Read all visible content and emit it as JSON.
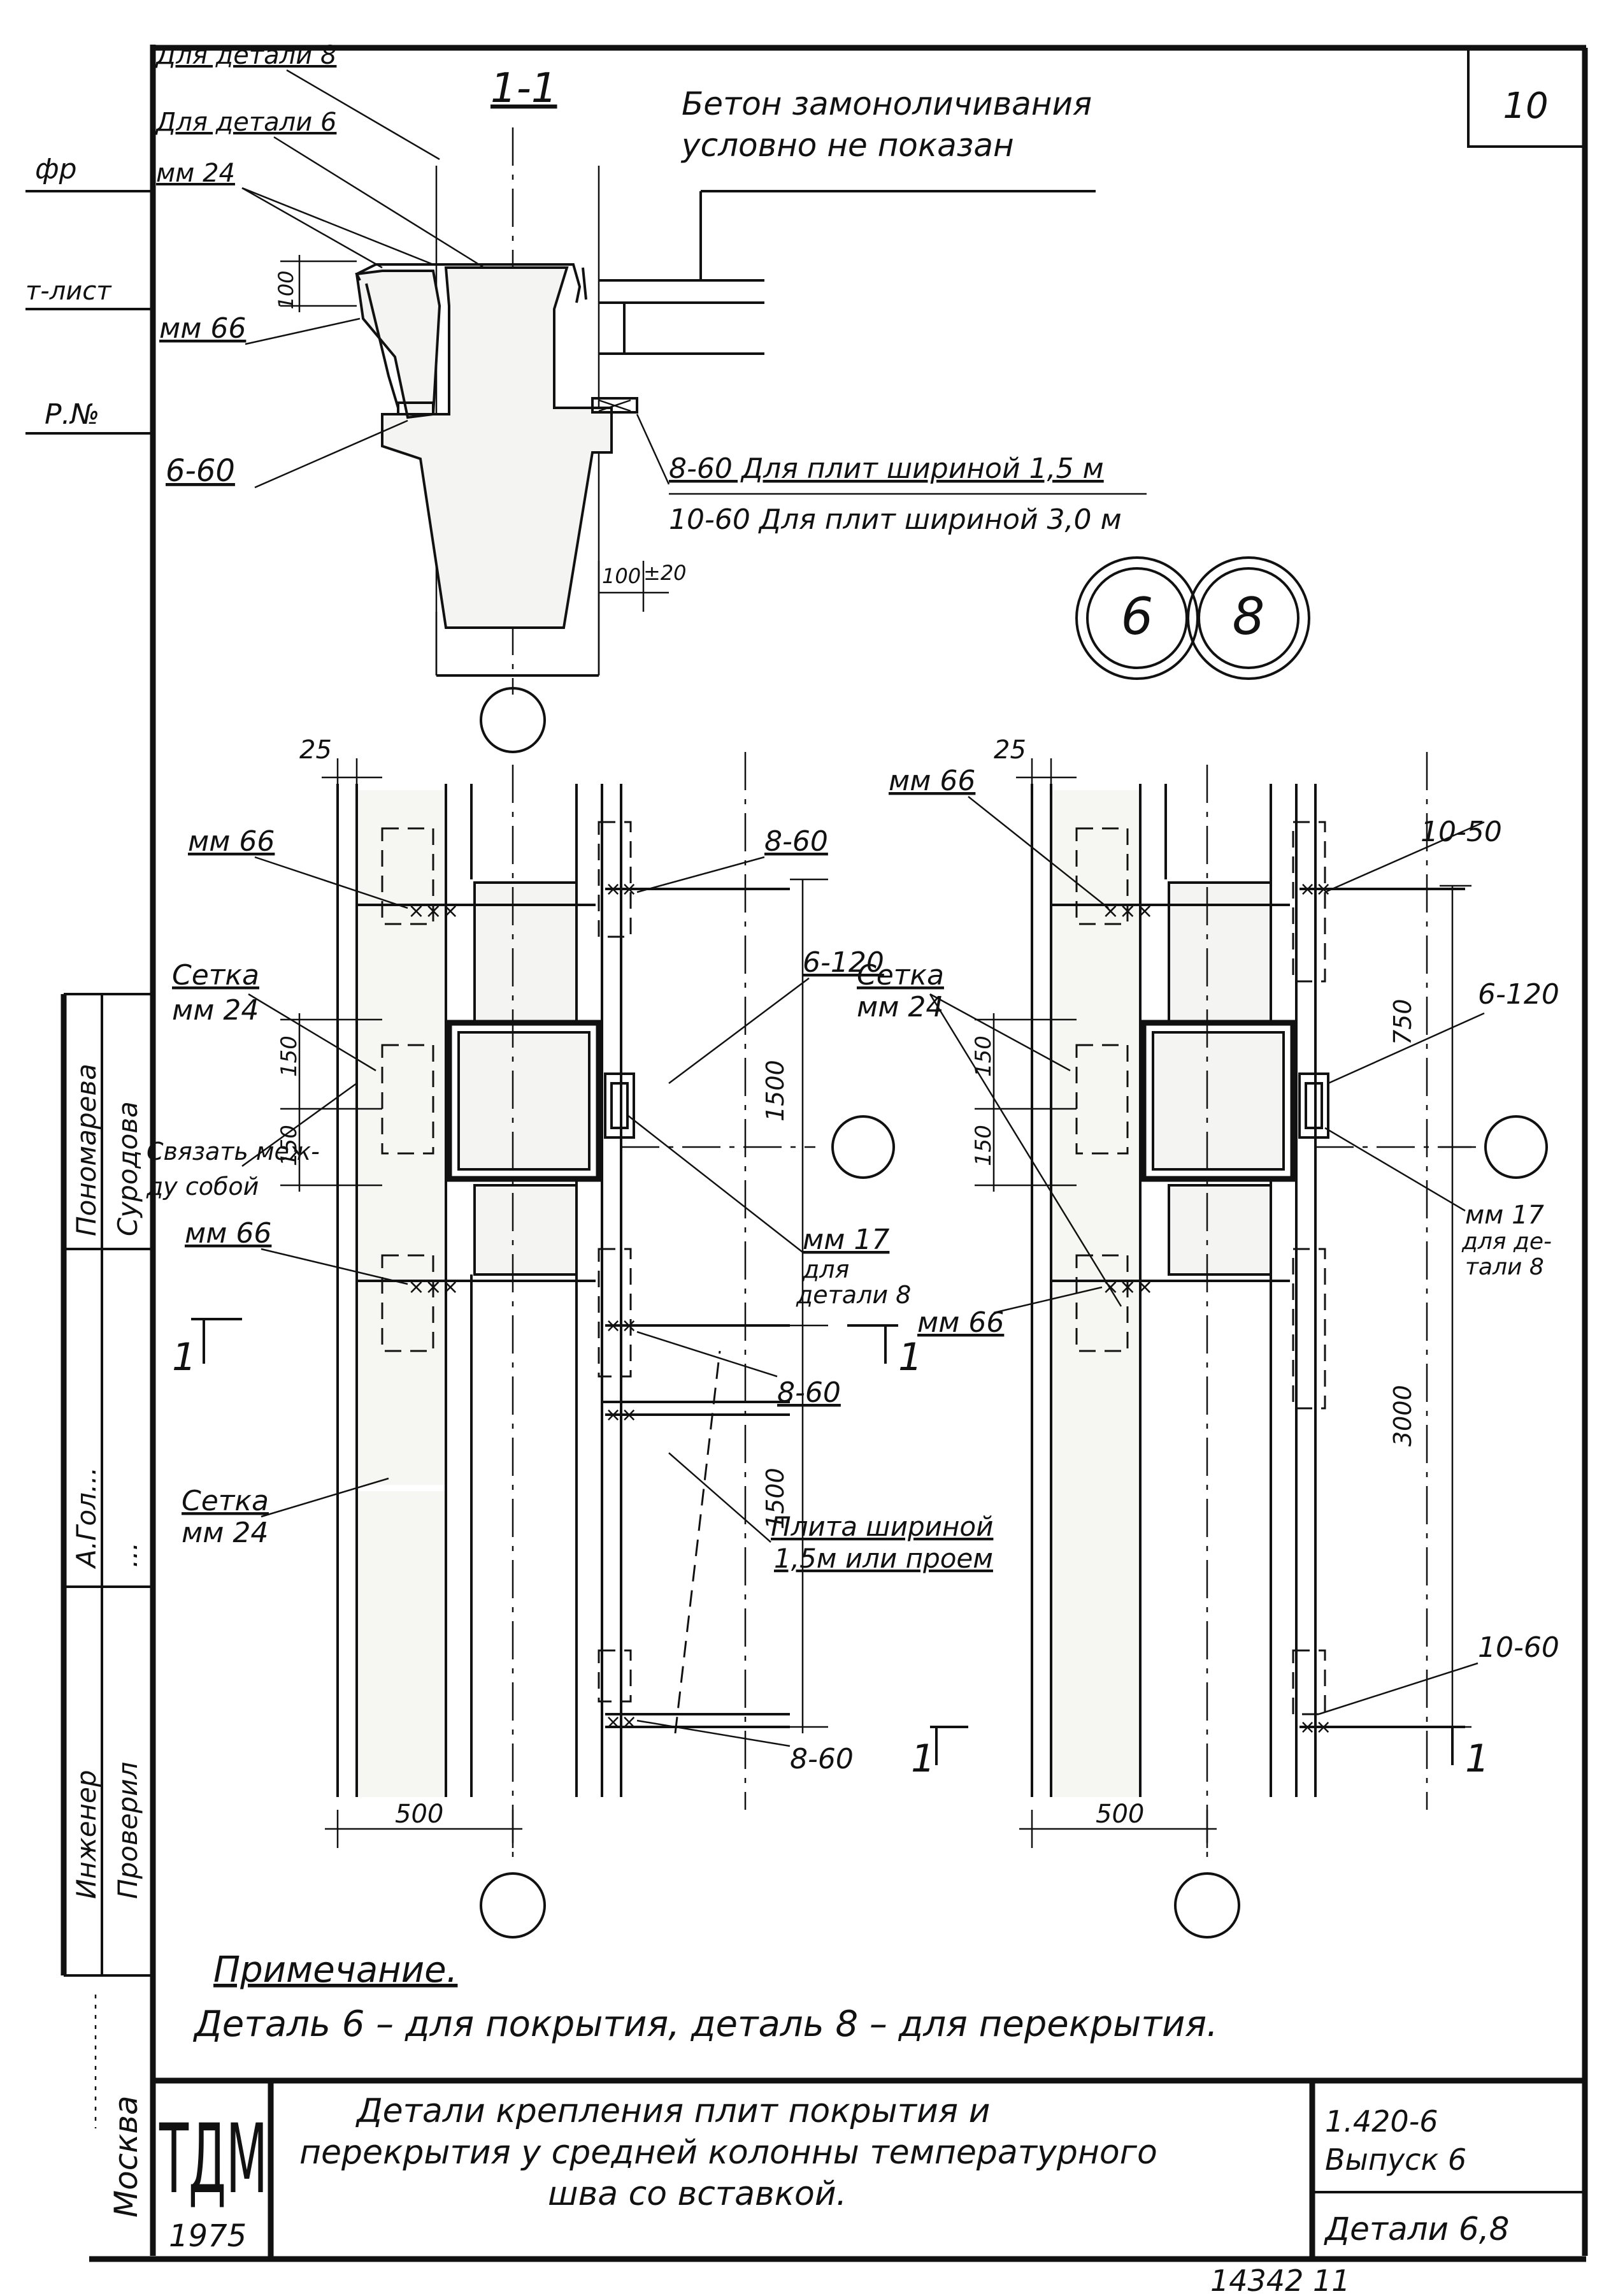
{
  "sheet": {
    "sheet_number": "10",
    "bottom_number": "14342  11"
  },
  "left_strip": {
    "labels": [
      "фр",
      "т-лист",
      "Р.№"
    ],
    "roles": [
      "Инженер",
      "Проверил"
    ],
    "names": [
      "Пономарева",
      "Суродова"
    ],
    "signatures": [
      "А.Гол...",
      "..."
    ],
    "city": "Москва"
  },
  "section_1_1": {
    "title": "1-1",
    "note_line1": "Бетон замоноличивания",
    "note_line2": "условно не показан",
    "label_detail8": "Для детали 8",
    "label_detail6": "Для детали 6",
    "label_mm24": "мм 24",
    "label_mm66": "мм 66",
    "label_6_60": "6-60",
    "label_8_60": "8-60  Для плит шириной 1,5 м",
    "label_10_60": "10-60  Для плит шириной 3,0 м",
    "dim_100_top": "100",
    "dim_100_bottom": "100",
    "dim_pm20": "±20"
  },
  "detail_markers": {
    "left": "6",
    "right": "8"
  },
  "detail_6": {
    "dim_25": "25",
    "mm66_top": "мм 66",
    "setka_mm24_top_1": "Сетка",
    "setka_mm24_top_2": "мм 24",
    "dim_150_a": "150",
    "dim_150_b": "150",
    "svyazat_1": "Связать меж-",
    "svyazat_2": "ду собой",
    "mm66_bottom": "мм 66",
    "setka_mm24_bot_1": "Сетка",
    "setka_mm24_bot_2": "мм 24",
    "label_8_60_top": "8-60",
    "label_6_120": "6-120",
    "dim_1500_top": "1500",
    "mm17_1": "мм 17",
    "mm17_2": "для",
    "mm17_3": "детали 8",
    "label_8_60_mid": "8-60",
    "dim_1500_bot": "1500",
    "plita_1": "Плита шириной",
    "plita_2": "1,5м или проем",
    "label_8_60_bot": "8-60",
    "dim_500": "500",
    "section_mark": "1"
  },
  "detail_8": {
    "dim_25": "25",
    "mm66_top": "мм 66",
    "setka_1": "Сетка",
    "setka_2": "мм 24",
    "label_10_50": "10-50",
    "dim_750": "750",
    "label_6_120": "6-120",
    "dim_150_a": "150",
    "dim_150_b": "150",
    "mm17_1": "мм 17",
    "mm17_2": "для де-",
    "mm17_3": "тали 8",
    "mm66_bottom": "мм 66",
    "dim_3000": "3000",
    "label_10_60": "10-60",
    "dim_500": "500",
    "section_mark": "1"
  },
  "note": {
    "title": "Примечание.",
    "text": "Деталь 6 – для покрытия, деталь 8 – для перекрытия."
  },
  "title_block": {
    "logo": "ТДМ",
    "year": "1975",
    "title_line1": "Детали крепления плит покрытия и",
    "title_line2": "перекрытия у средней колонны температурного",
    "title_line3": "шва со вставкой.",
    "code_1": "1.420-6",
    "code_2": "Выпуск 6",
    "details": "Детали 6,8"
  }
}
